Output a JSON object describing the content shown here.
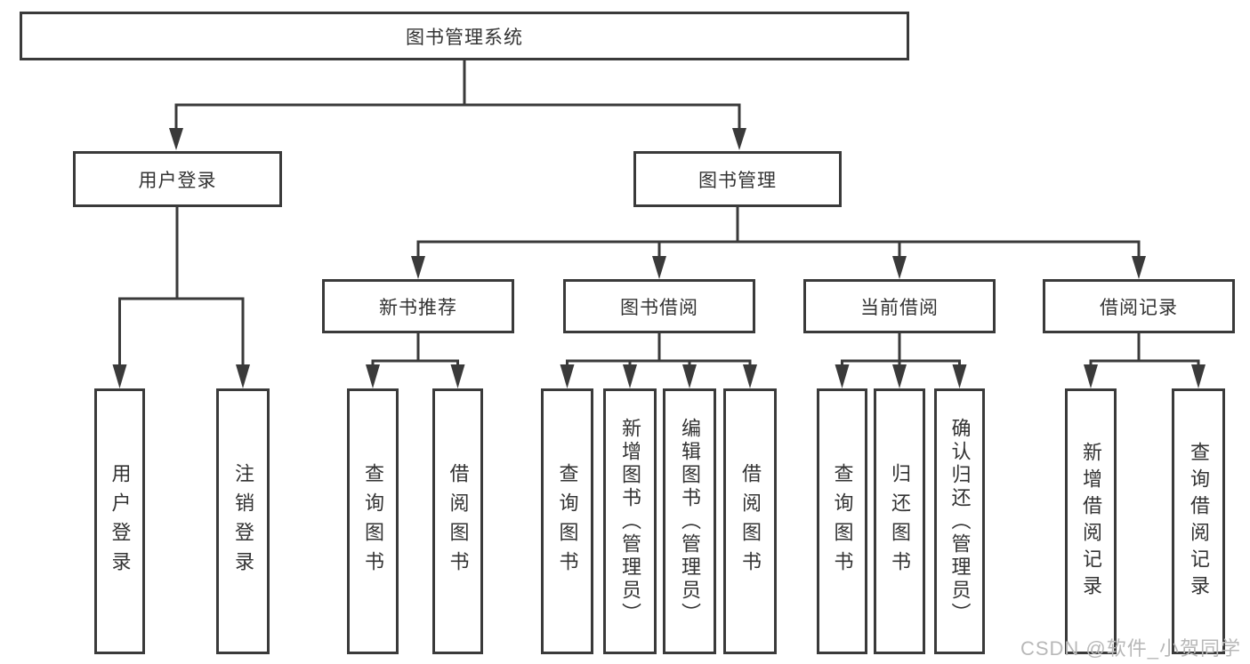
{
  "diagram": {
    "root": {
      "label": "图书管理系统"
    },
    "level2": [
      {
        "id": "user-login",
        "label": "用户登录"
      },
      {
        "id": "book-management",
        "label": "图书管理"
      }
    ],
    "level3": [
      {
        "id": "new-book-recommend",
        "label": "新书推荐"
      },
      {
        "id": "book-borrowing",
        "label": "图书借阅"
      },
      {
        "id": "current-borrowing",
        "label": "当前借阅"
      },
      {
        "id": "borrowing-records",
        "label": "借阅记录"
      }
    ],
    "leaves": {
      "user_login": [
        "用户登录",
        "注销登录"
      ],
      "new_book_recommend": [
        "查询图书",
        "借阅图书"
      ],
      "book_borrowing": [
        "查询图书",
        "新增图书（管理员）",
        "编辑图书（管理员）",
        "借阅图书"
      ],
      "current_borrowing": [
        "查询图书",
        "归还图书",
        "确认归还（管理员）"
      ],
      "borrowing_records": [
        "新增借阅记录",
        "查询借阅记录"
      ]
    }
  },
  "watermark": {
    "text": "CSDN @软件_小贺同学"
  },
  "colors": {
    "line": "#3a3a3a",
    "text": "#333333",
    "box_background": "#ffffff",
    "page_background": "#ffffff",
    "watermark": "#b8b8b8"
  }
}
